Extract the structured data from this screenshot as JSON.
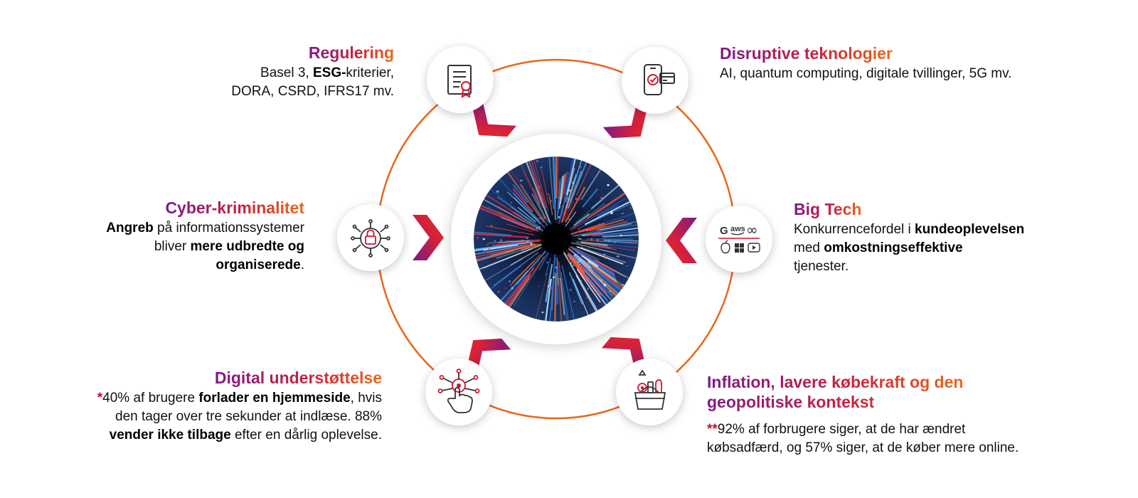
{
  "colors": {
    "ring": "#e8671a",
    "purple": "#7d1a87",
    "red": "#d4213a",
    "orange": "#ec6a1a",
    "icon_stroke": "#333333",
    "icon_accent": "#d1142e"
  },
  "icons": {
    "top_left": "certificate-document-icon",
    "top_right": "smartphone-payment-icon",
    "mid_left": "cyber-lock-circuit-icon",
    "mid_right": "big-tech-logos-icon",
    "bottom_left": "touch-network-icon",
    "bottom_right": "shopping-basket-icon",
    "center": "digital-data-burst-image"
  },
  "big_tech_logos": {
    "google": "G",
    "aws": "aws",
    "meta": "∞"
  },
  "regulering": {
    "title": "Regulering",
    "l1_a": "Basel 3, ",
    "l1_b": "ESG-",
    "l1_c": "kriterier,",
    "l2": "DORA, CSRD, IFRS17 mv."
  },
  "disruptive": {
    "title": "Disruptive teknologier",
    "l1": "AI, quantum computing, digitale tvillinger, 5G mv."
  },
  "cyber": {
    "title": "Cyber-kriminalitet",
    "l1_a": "Angreb",
    "l1_b": " på informationssystemer",
    "l2_a": "bliver ",
    "l2_b": "mere udbredte og",
    "l3_a": "organiserede",
    "l3_b": "."
  },
  "bigtech": {
    "title": "Big Tech",
    "l1_a": "Konkurrencefordel i ",
    "l1_b": "kundeoplevelsen",
    "l2_a": "med ",
    "l2_b": "omkostningseffektive",
    "l3": "tjenester."
  },
  "digital": {
    "title": "Digital understøttelse",
    "star": "*",
    "l1_a": "40% af brugere ",
    "l1_b": "forlader en hjemmeside",
    "l1_c": ", hvis",
    "l2": "den tager over tre sekunder at indlæse. 88%",
    "l3_a": "vender ikke tilbage",
    "l3_b": " efter en dårlig oplevelse."
  },
  "inflation": {
    "title_l1": "Inflation, lavere købekraft og den",
    "title_l2": "geopolitiske kontekst",
    "star": "**",
    "l1": "92% af forbrugere siger, at de har ændret",
    "l2": "købsadfærd, og 57% siger, at de køber mere online."
  }
}
